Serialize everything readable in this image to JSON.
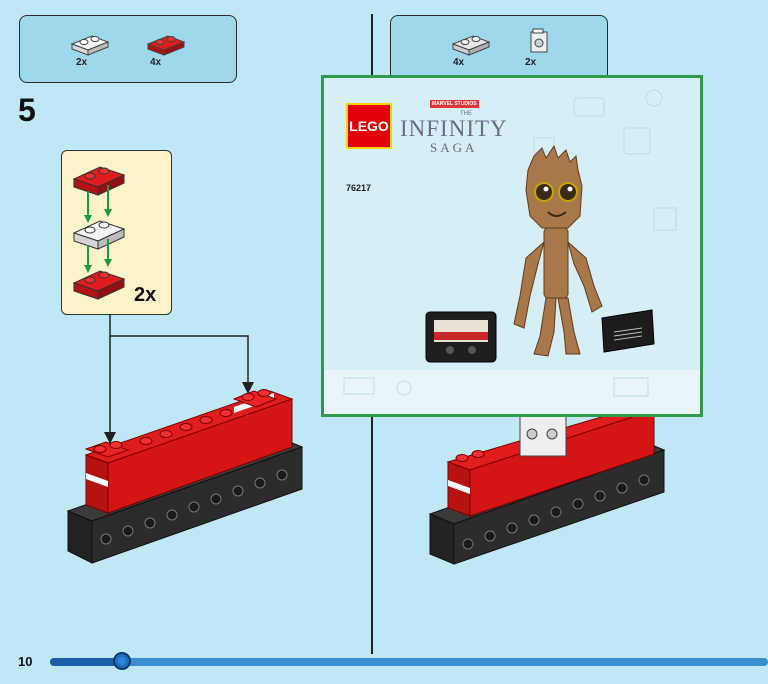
{
  "page": {
    "number": "10",
    "progress_fraction": 0.11
  },
  "left_panel": {
    "parts": [
      {
        "name": "white 1x2 plate",
        "qty": "2x"
      },
      {
        "name": "red 1x2 plate",
        "qty": "4x"
      }
    ],
    "step_number": "5",
    "subassembly_qty": "2x"
  },
  "right_panel": {
    "parts": [
      {
        "name": "light grey 1x2 plate",
        "qty": "4x"
      },
      {
        "name": "white bracket brick",
        "qty": "2x"
      }
    ]
  },
  "promo": {
    "brand": "LEGO",
    "studio": "MARVEL STUDIOS",
    "the": "THE",
    "title": "INFINITY",
    "subtitle": "SAGA",
    "set_number": "76217"
  },
  "colors": {
    "accent": "#2e9a4a",
    "background": "#bfe7f5",
    "brick_red": "#e01d1d",
    "progress": "#1e6fc0"
  }
}
